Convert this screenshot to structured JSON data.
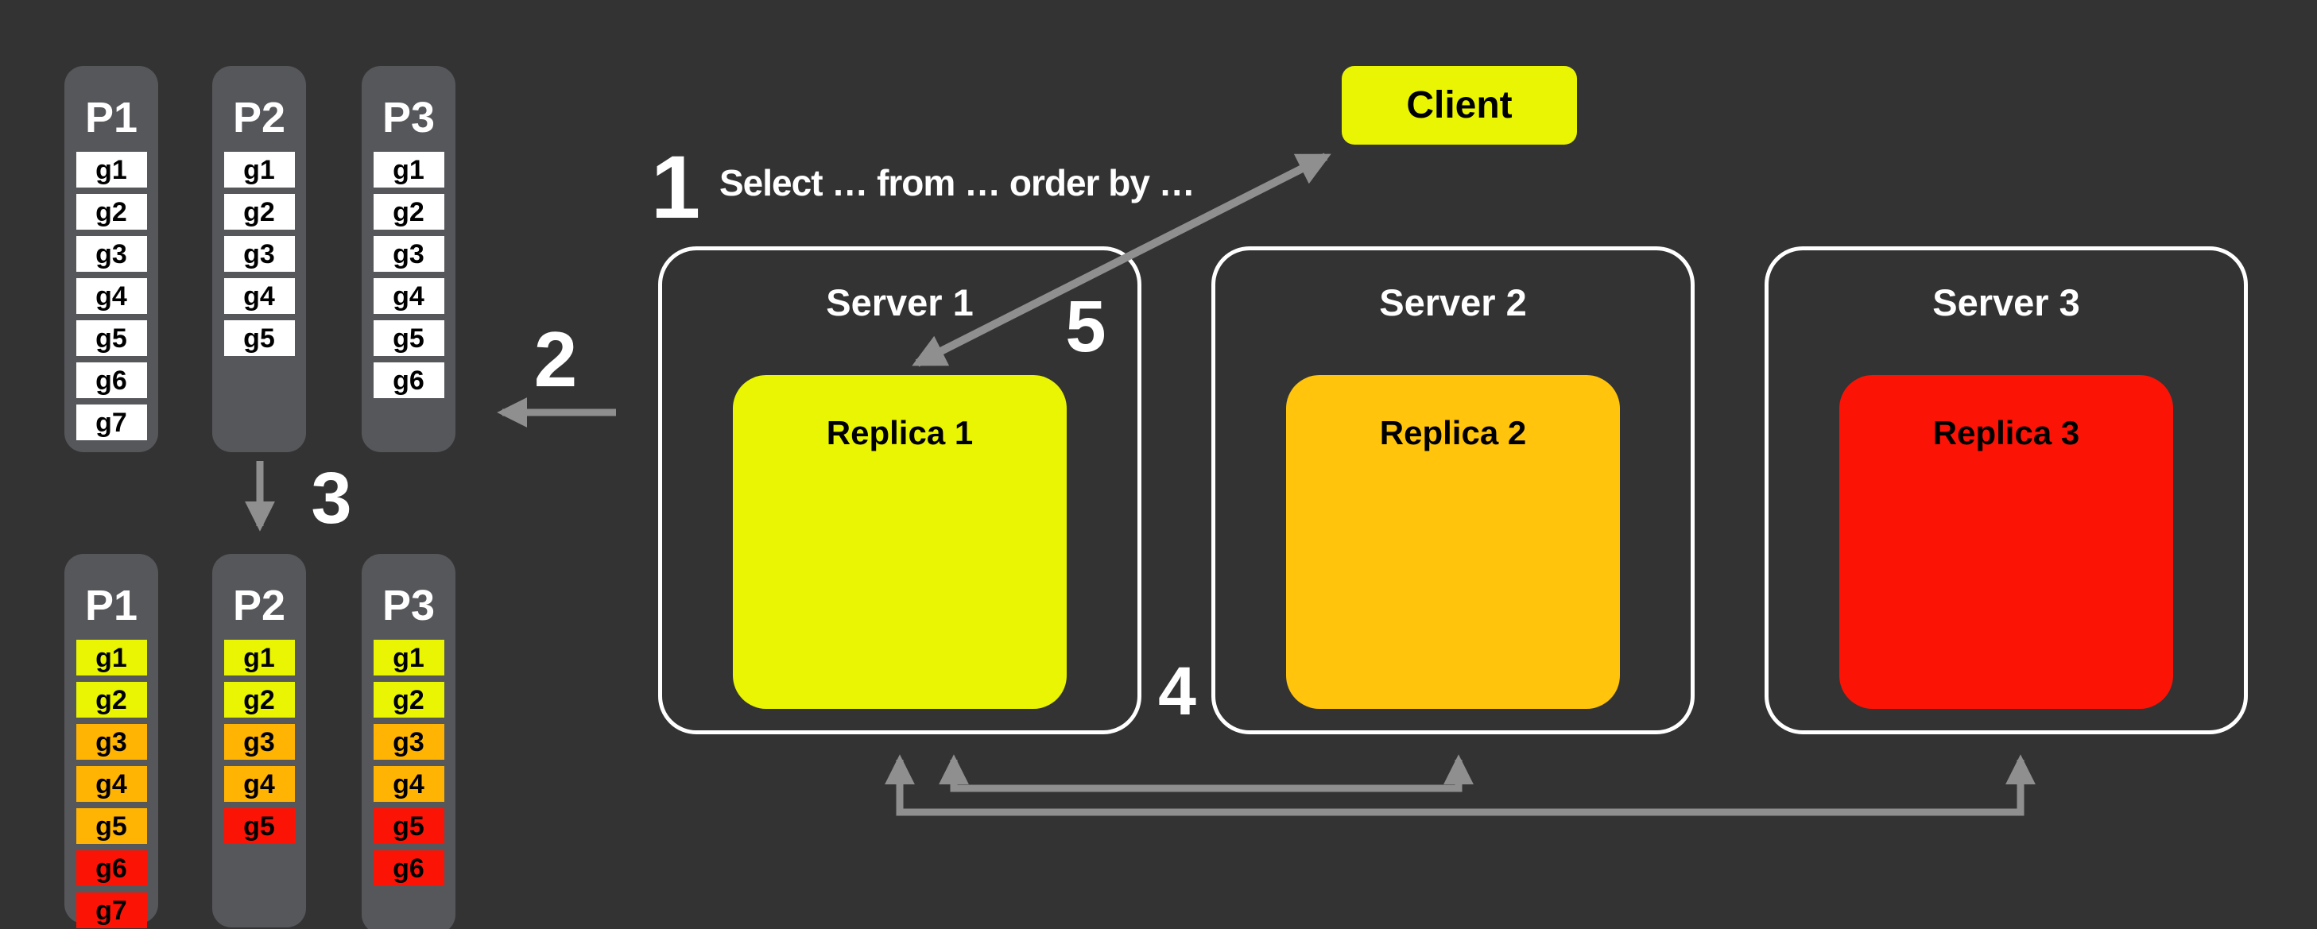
{
  "colors": {
    "background": "#333333",
    "panel": "#56575B",
    "white": "#FFFFFF",
    "yellow": "#E9F502",
    "orange": "#FFB302",
    "replica_orange": "#FFC40B",
    "red": "#FB1406",
    "arrow": "#8F8F8F",
    "text_light": "#FFFFFF",
    "text_dark": "#000000"
  },
  "client": {
    "label": "Client"
  },
  "annotations": {
    "step1": "1",
    "step2": "2",
    "step3": "3",
    "step4": "4",
    "step5": "5",
    "query": "Select … from … order by …"
  },
  "partition_groups": {
    "before": {
      "partitions": [
        {
          "name": "P1",
          "items": [
            {
              "label": "g1",
              "color": "white"
            },
            {
              "label": "g2",
              "color": "white"
            },
            {
              "label": "g3",
              "color": "white"
            },
            {
              "label": "g4",
              "color": "white"
            },
            {
              "label": "g5",
              "color": "white"
            },
            {
              "label": "g6",
              "color": "white"
            },
            {
              "label": "g7",
              "color": "white"
            }
          ]
        },
        {
          "name": "P2",
          "items": [
            {
              "label": "g1",
              "color": "white"
            },
            {
              "label": "g2",
              "color": "white"
            },
            {
              "label": "g3",
              "color": "white"
            },
            {
              "label": "g4",
              "color": "white"
            },
            {
              "label": "g5",
              "color": "white"
            }
          ]
        },
        {
          "name": "P3",
          "items": [
            {
              "label": "g1",
              "color": "white"
            },
            {
              "label": "g2",
              "color": "white"
            },
            {
              "label": "g3",
              "color": "white"
            },
            {
              "label": "g4",
              "color": "white"
            },
            {
              "label": "g5",
              "color": "white"
            },
            {
              "label": "g6",
              "color": "white"
            }
          ]
        }
      ]
    },
    "after": {
      "partitions": [
        {
          "name": "P1",
          "items": [
            {
              "label": "g1",
              "color": "yellow"
            },
            {
              "label": "g2",
              "color": "yellow"
            },
            {
              "label": "g3",
              "color": "orange"
            },
            {
              "label": "g4",
              "color": "orange"
            },
            {
              "label": "g5",
              "color": "orange"
            },
            {
              "label": "g6",
              "color": "red"
            },
            {
              "label": "g7",
              "color": "red"
            }
          ]
        },
        {
          "name": "P2",
          "items": [
            {
              "label": "g1",
              "color": "yellow"
            },
            {
              "label": "g2",
              "color": "yellow"
            },
            {
              "label": "g3",
              "color": "orange"
            },
            {
              "label": "g4",
              "color": "orange"
            },
            {
              "label": "g5",
              "color": "red"
            }
          ]
        },
        {
          "name": "P3",
          "items": [
            {
              "label": "g1",
              "color": "yellow"
            },
            {
              "label": "g2",
              "color": "yellow"
            },
            {
              "label": "g3",
              "color": "orange"
            },
            {
              "label": "g4",
              "color": "orange"
            },
            {
              "label": "g5",
              "color": "red"
            },
            {
              "label": "g6",
              "color": "red"
            }
          ]
        }
      ]
    }
  },
  "servers": [
    {
      "name": "Server 1",
      "replica": {
        "label": "Replica 1",
        "color": "yellow"
      }
    },
    {
      "name": "Server 2",
      "replica": {
        "label": "Replica 2",
        "color": "orange"
      }
    },
    {
      "name": "Server 3",
      "replica": {
        "label": "Replica 3",
        "color": "red"
      }
    }
  ]
}
